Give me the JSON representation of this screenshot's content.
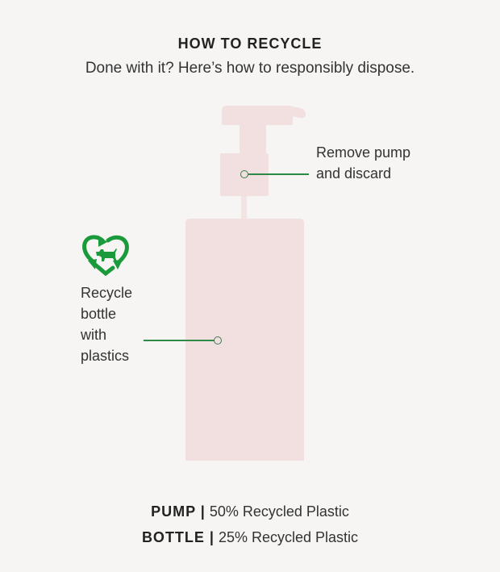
{
  "header": {
    "title": "HOW TO RECYCLE",
    "subtitle": "Done with it? Here’s how to responsibly dispose."
  },
  "callouts": {
    "pump": {
      "line1": "Remove pump",
      "line2": "and discard"
    },
    "bottle": {
      "lines": [
        "Recycle",
        "bottle",
        "with",
        "plastics"
      ]
    }
  },
  "icons": {
    "recycle": "recycle-heart-dog-icon"
  },
  "colors": {
    "accent": "#1a9a3a",
    "bottle": "#f2dfdf",
    "background": "#f6f5f3"
  },
  "footer": {
    "pump_label": "PUMP |",
    "pump_value": "50% Recycled Plastic",
    "bottle_label": "BOTTLE |",
    "bottle_value": "25% Recycled Plastic"
  }
}
